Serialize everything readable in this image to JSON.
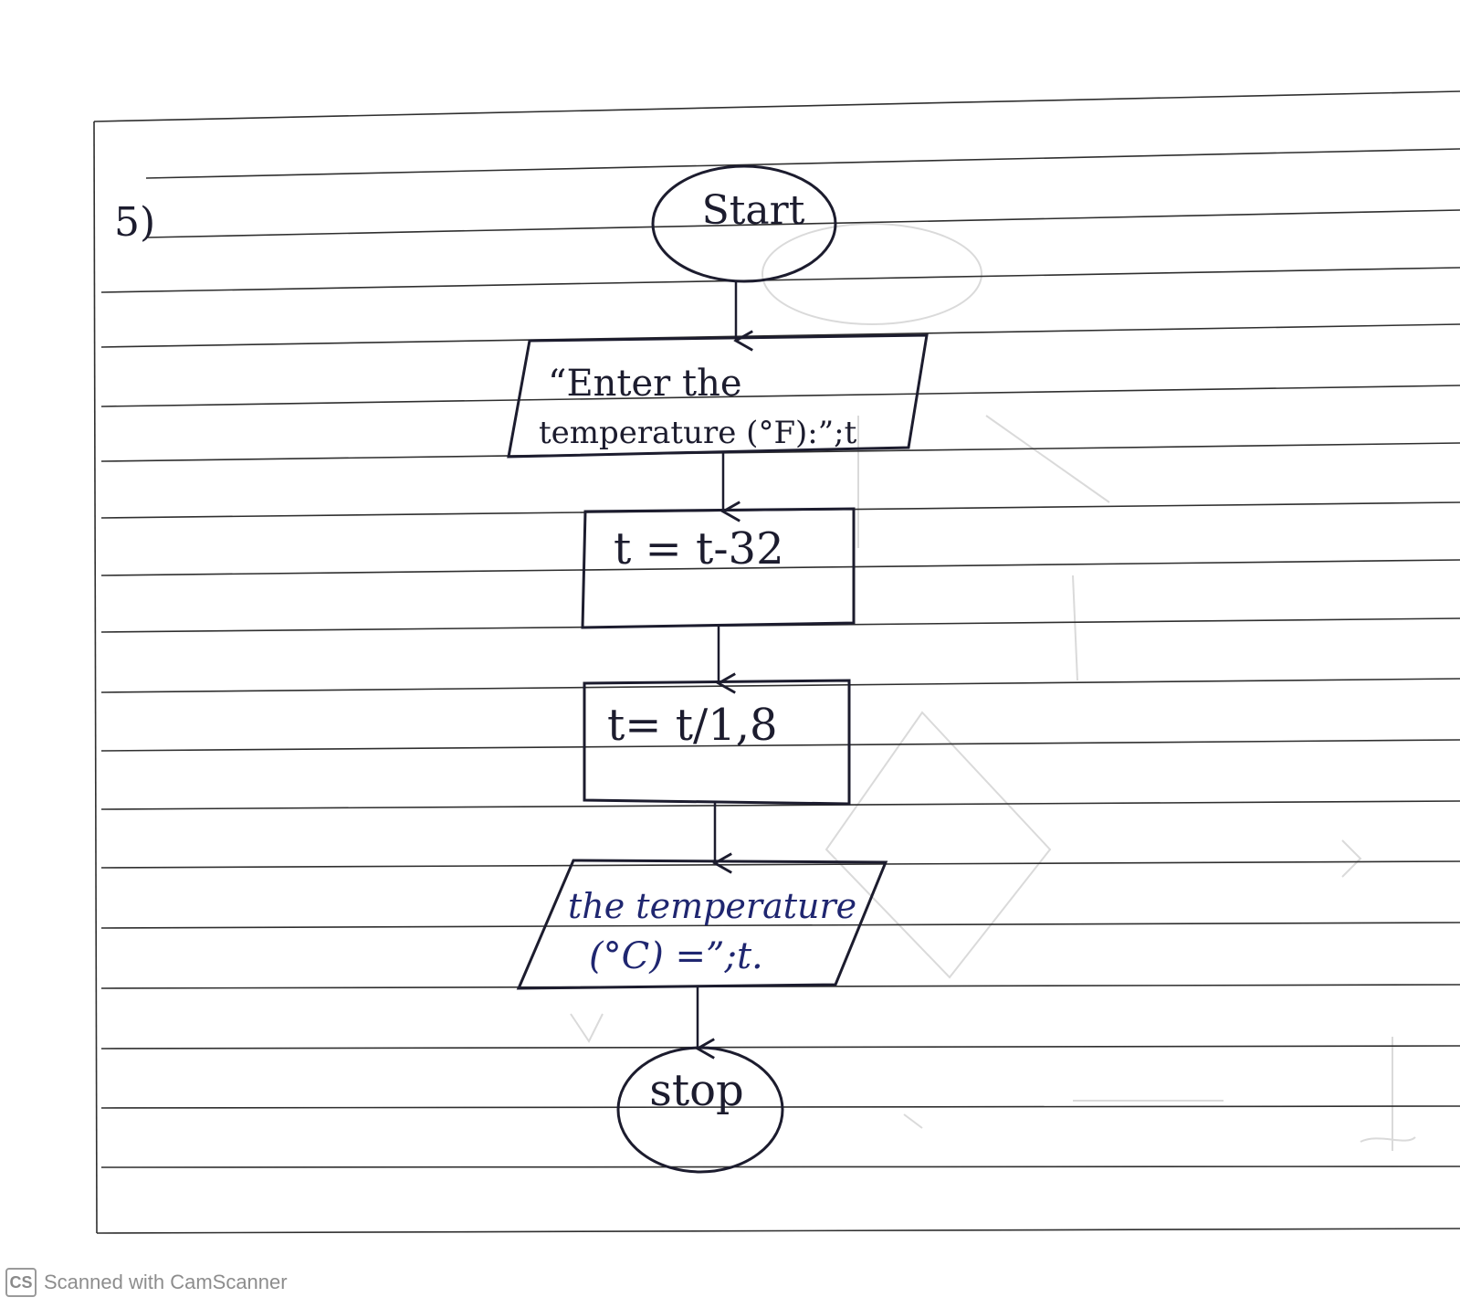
{
  "question_number": "5)",
  "nodes": {
    "start": "Start",
    "input_line1": "“Enter the",
    "input_line2": "temperature (°F):”;t",
    "process1": "t = t-32",
    "process2": "t= t/1,8",
    "output_line1": "the temperature",
    "output_line2": "(°C) =”;t.",
    "stop": "stop"
  },
  "footer": {
    "logo": "CS",
    "label": "Scanned with CamScanner"
  },
  "colors": {
    "ink": "#1c1c2e",
    "rule_line": "#333333",
    "bleed_through": "#d6d6d6",
    "footer_text": "#8d8d8d"
  }
}
